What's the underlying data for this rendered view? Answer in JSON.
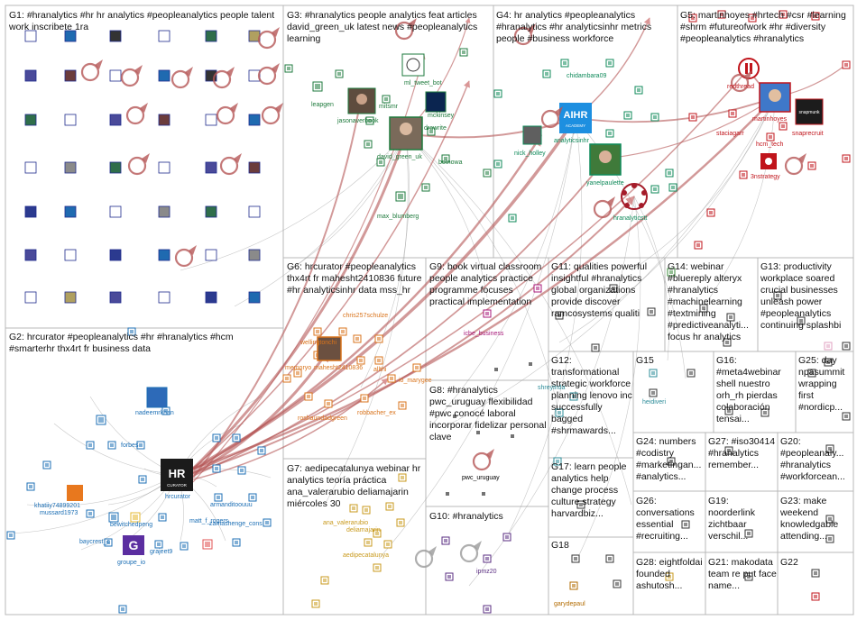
{
  "colors": {
    "g1": "#1f2a8c",
    "g2": "#1c6fb5",
    "g3": "#1e7a3c",
    "g4": "#0f8a5a",
    "g5": "#c0141b",
    "g6": "#d9731b",
    "g7": "#c99a1e",
    "g9": "#a8197a",
    "g10": "#5a2d82",
    "g12": "#2c8c99",
    "g18": "#b26b00",
    "edge": "#b55656",
    "edge_light": "#9a9a9a",
    "box": "#b8b8b8"
  },
  "groups": [
    {
      "id": "G1",
      "label": "G1: #hranalytics #hr hr analytics #peopleanalytics people talent work inscribete 1ra"
    },
    {
      "id": "G2",
      "label": "G2: hrcurator #peopleanalytics #hr #hranalytics #hcm #smarterhr thx4rt fr business data"
    },
    {
      "id": "G3",
      "label": "G3: #hranalytics people analytics feat articles david_green_uk latest news #peopleanalytics learning"
    },
    {
      "id": "G4",
      "label": "G4: hr analytics #peopleanalytics #hranalytics #hr analyticsinhr metrics people #business workforce"
    },
    {
      "id": "G5",
      "label": "G5: martinhoyes #hrtech #csr #learning #shrm #futureofwork #hr #diversity #peopleanalytics #hranalytics"
    },
    {
      "id": "G6",
      "label": "G6: hrcurator #peopleanalytics thx4rt fr mahesht2410836 future #hr analyticsinhr data mss_hr"
    },
    {
      "id": "G7",
      "label": "G7: aedipecatalunya webinar hr analytics teoría práctica ana_valerarubio deliamajarin miércoles 30"
    },
    {
      "id": "G8",
      "label": "G8: #hranalytics pwc_uruguay flexibilidad #pwc conocé laboral incorporar fidelizar personal clave"
    },
    {
      "id": "G9",
      "label": "G9: book virtual classroom people analytics practice programme focuses practical implementation"
    },
    {
      "id": "G10",
      "label": "G10: #hranalytics"
    },
    {
      "id": "G11",
      "label": "G11: qualities powerful insightful #hranalytics global organizations provide discover ramcosystems qualiti"
    },
    {
      "id": "G12",
      "label": "G12: transformational strategic workforce planning lenovo inc successfully bagged #shrmawards..."
    },
    {
      "id": "G13",
      "label": "G13: productivity workplace soared crucial businesses unleash power #peopleanalytics continuing splashbi"
    },
    {
      "id": "G14",
      "label": "G14: webinar #bluereply alteryx #hranalytics #machinelearning #textmining #predictiveanalyti... focus hr analytics"
    },
    {
      "id": "G15",
      "label": "G15"
    },
    {
      "id": "G16",
      "label": "G16: #meta4webinar shell nuestro orh_rh pierdas colaboración tensai..."
    },
    {
      "id": "G17",
      "label": "G17: learn people analytics help change process culture strategy harvardbiz..."
    },
    {
      "id": "G18",
      "label": "G18"
    },
    {
      "id": "G19",
      "label": "G19: noorderlink zichtbaar verschil..."
    },
    {
      "id": "G20",
      "label": "G20: #peopleanaly... #hranalytics #workforcean..."
    },
    {
      "id": "G21",
      "label": "G21: makodata team re put face name..."
    },
    {
      "id": "G22",
      "label": "G22"
    },
    {
      "id": "G23",
      "label": "G23: make weekend knowledgable attending..."
    },
    {
      "id": "G24",
      "label": "G24: numbers #codistry #marketingan... #analytics..."
    },
    {
      "id": "G25",
      "label": "G25: day npasummit wrapping first #nordicp..."
    },
    {
      "id": "G26",
      "label": "G26: conversations essential #recruiting..."
    },
    {
      "id": "G27",
      "label": "G27: #iso30414 #hranalytics remember..."
    },
    {
      "id": "G28",
      "label": "G28: eightfoldai founded ashutosh..."
    }
  ],
  "nodes": {
    "hrcurator": "hrcurator",
    "nadeemrkhan": "nadeemrkhan",
    "forbes": "forbes",
    "khatiiy74899201": "khatiiy74899201",
    "mussard1973": "mussard1973",
    "bewitchedpeng": "bewitchedpeng",
    "baycrest_c": "baycrest_c",
    "groupe_io": "groupe_io",
    "grajeet9": "grajeet9",
    "armanditoouuu": "armanditoouuu",
    "matt_f_rogers": "matt_f_rogers",
    "zamashenge_cons": "zamashenge_cons",
    "ml_tweet_bot": "ml_tweet_bot",
    "leapgen": "leapgen",
    "mitsmr": "mitsmr",
    "jasonaverbook": "jasonaverbook",
    "mckinsey": "mckinsey",
    "drawrite": "drawrite",
    "david_green_uk": "david_green_uk",
    "botnowa": "botnowa",
    "max_blumberg": "max_blumberg",
    "chidambara09": "chidambara09",
    "analyticsinhr": "analyticsinhr",
    "nick_holley": "nick_holley",
    "yanelpaulette": "yanelpaulette",
    "hranalyticstt": "hranalyticstt",
    "redthread": "redthread",
    "staciagarr": "staciagarr",
    "martinhoyes": "martinhoyes",
    "snaprecruit": "snaprecruit",
    "hcm_tech": "hcm_tech",
    "3nstrategy": "3nstrategy",
    "chris257schulze": "chris257schulze",
    "wellingtonch": "wellingtonchi",
    "memoryo": "memoryo",
    "mahesht2410836": "mahesht2410836",
    "allthi": "allthi",
    "io_marygee": "io_marygee",
    "roshaundadgreen": "roshaundadgreen",
    "robbacher_ex": "robbacher_ex",
    "icbe_business": "icbe_business",
    "shreyinda": "shreyinda",
    "pwc_uruguay": "pwc_uruguay",
    "ana_valerarubio": "ana_valerarubio",
    "deliamajarin": "deliamajarin",
    "aedipecatalunya": "aedipecatalunya",
    "ipmz20": "ipmz20",
    "garydepaul": "garydepaul",
    "heidiveri": "heidiveri",
    "aihr_logo": "AIHR",
    "aihr_sub": "ACADEMY",
    "hr_logo": "HR",
    "hr_logo_sub": "CURATOR",
    "snapmunk": "snapmunk"
  }
}
